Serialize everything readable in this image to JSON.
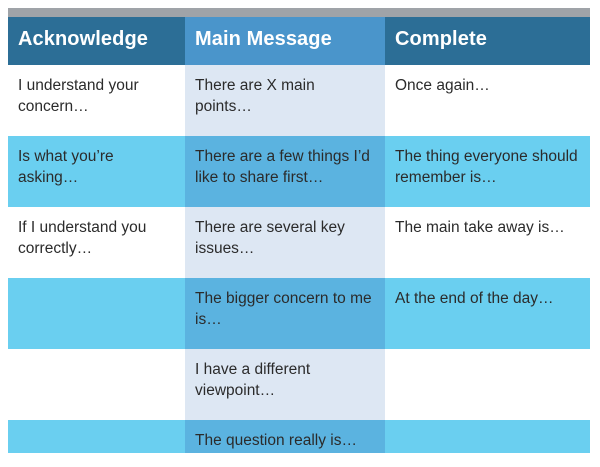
{
  "table": {
    "columns": [
      {
        "key": "acknowledge",
        "header": "Acknowledge"
      },
      {
        "key": "main_message",
        "header": "Main Message"
      },
      {
        "key": "complete",
        "header": "Complete"
      }
    ],
    "rows": [
      {
        "band": "odd",
        "acknowledge": "I understand your concern…",
        "main_message": "There are X main points…",
        "complete": "Once again…"
      },
      {
        "band": "even",
        "acknowledge": "Is what you’re asking…",
        "main_message": "There are a few things I’d like to share first…",
        "complete": "The thing everyone should remember is…"
      },
      {
        "band": "odd",
        "acknowledge": "If I understand you correctly…",
        "main_message": "There are several key issues…",
        "complete": "The main take away is…"
      },
      {
        "band": "even",
        "acknowledge": "",
        "main_message": "The bigger concern to me is…",
        "complete": "At the end of the day…"
      },
      {
        "band": "odd",
        "acknowledge": "",
        "main_message": "I have a different viewpoint…",
        "complete": ""
      },
      {
        "band": "even",
        "acknowledge": "",
        "main_message": "The question really is…",
        "complete": ""
      }
    ]
  },
  "colors": {
    "header_dark_blue": "#2c6e96",
    "header_mid_blue": "#4a95cb",
    "row_cyan": "#6acff0",
    "col2_light": "#dde7f3",
    "col2_medium": "#5bb3e0",
    "top_strip_gray": "#9fa3a8",
    "text": "#2b2b2b",
    "header_text": "#ffffff"
  }
}
